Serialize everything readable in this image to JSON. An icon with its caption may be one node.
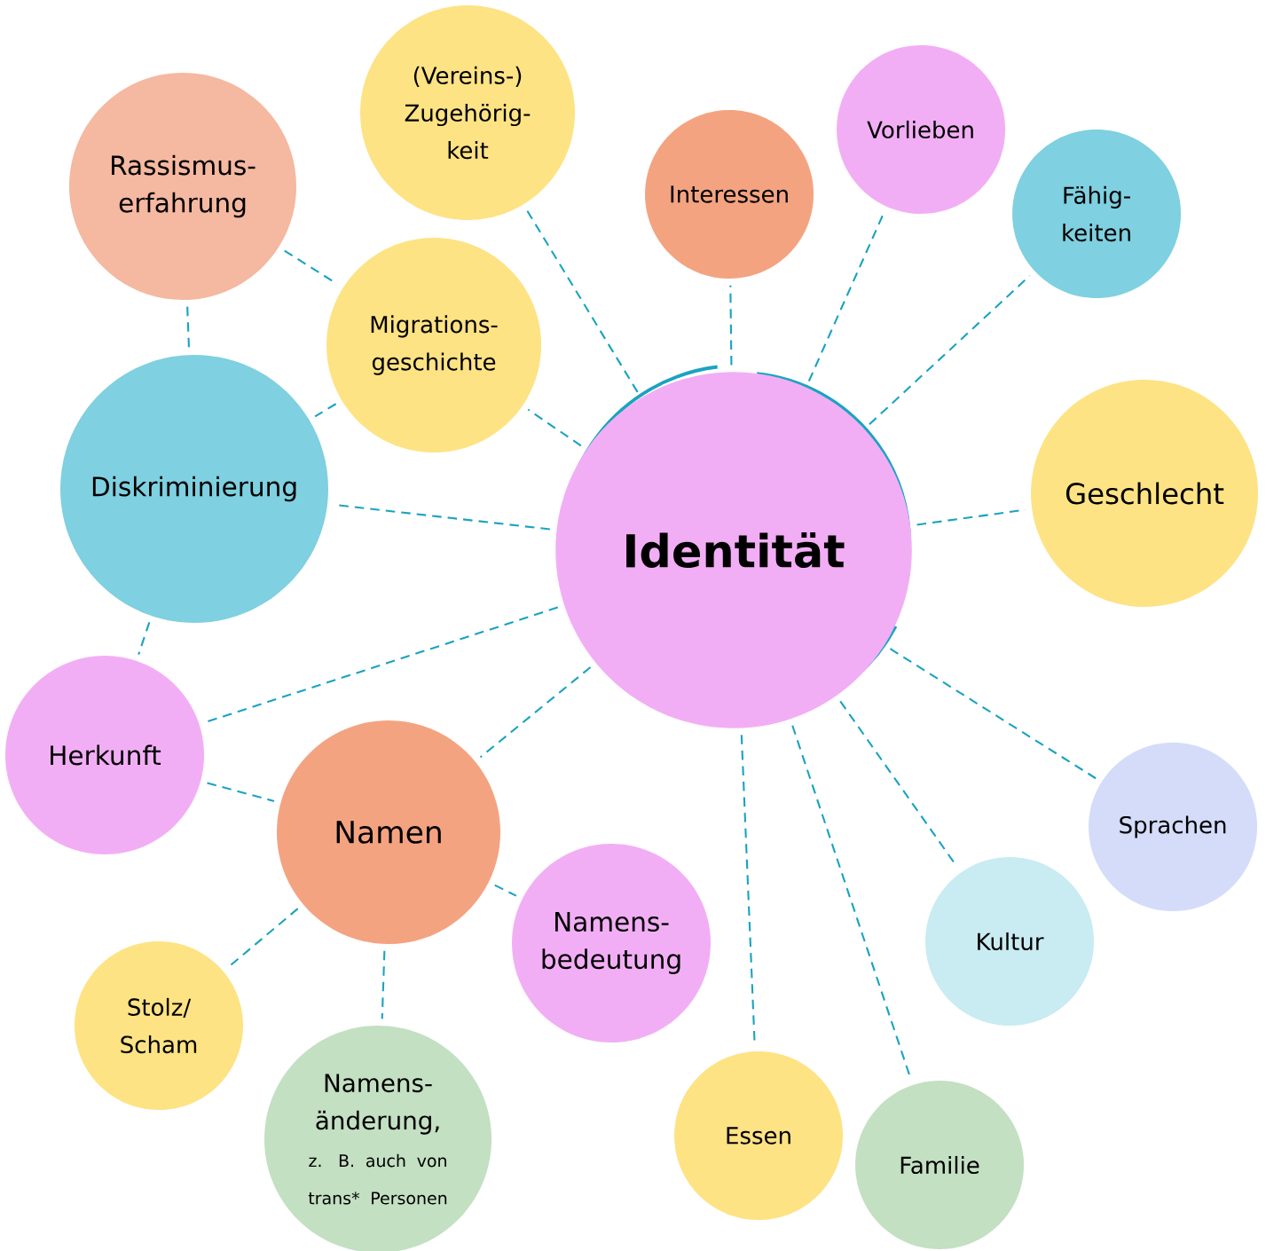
{
  "diagram": {
    "nodes": [
      {
        "text": [
          "Identität"
        ]
      },
      {
        "text": [
          "(Vereins-) Zugehörig- keit"
        ]
      },
      {
        "text": [
          "Interessen"
        ]
      },
      {
        "text": [
          "Vorlieben"
        ]
      },
      {
        "text": [
          "Fähig- keiten"
        ]
      },
      {
        "text": [
          "Geschlecht"
        ]
      },
      {
        "text": [
          "Sprachen"
        ]
      },
      {
        "text": [
          "Kultur"
        ]
      },
      {
        "text": [
          "Familie"
        ]
      },
      {
        "text": [
          "Essen"
        ]
      },
      {
        "text": [
          "Rassismus- erfahrung"
        ]
      },
      {
        "text": [
          "Migrations- geschichte"
        ]
      },
      {
        "text": [
          "Diskriminierung"
        ]
      },
      {
        "text": [
          "Herkunft"
        ]
      },
      {
        "text": [
          "Namen"
        ]
      },
      {
        "text": [
          "Namens- bedeutung"
        ]
      },
      {
        "text": [
          "Stolz/ Scham"
        ]
      },
      {
        "text": [
          "Namens- änderung,",
          "z. B. auch von trans* Personen"
        ]
      }
    ],
    "edges": [
      {
        "from": 0,
        "to": 1,
        "arrow": "none"
      },
      {
        "from": 0,
        "to": 2,
        "arrow": "none"
      },
      {
        "from": 0,
        "to": 3,
        "arrow": "none"
      },
      {
        "from": 0,
        "to": 4,
        "arrow": "none"
      },
      {
        "from": 0,
        "to": 5,
        "arrow": "none"
      },
      {
        "from": 0,
        "to": 6,
        "arrow": "none"
      },
      {
        "from": 0,
        "to": 7,
        "arrow": "none"
      },
      {
        "from": 0,
        "to": 8,
        "arrow": "none"
      },
      {
        "from": 0,
        "to": 9,
        "arrow": "none"
      },
      {
        "from": 0,
        "to": 11,
        "arrow": "none"
      },
      {
        "from": 0,
        "to": 12,
        "arrow": "none"
      },
      {
        "from": 0,
        "to": 13,
        "arrow": "none"
      },
      {
        "from": 0,
        "to": 14,
        "arrow": "none"
      },
      {
        "from": 10,
        "to": 11,
        "arrow": "none"
      },
      {
        "from": 10,
        "to": 12,
        "arrow": "none"
      },
      {
        "from": 11,
        "to": 12,
        "arrow": "none"
      },
      {
        "from": 12,
        "to": 13,
        "arrow": "none"
      },
      {
        "from": 13,
        "to": 14,
        "arrow": "none"
      },
      {
        "from": 14,
        "to": 15,
        "arrow": "none"
      },
      {
        "from": 14,
        "to": 16,
        "arrow": "none"
      },
      {
        "from": 14,
        "to": 17,
        "arrow": "none"
      }
    ]
  }
}
